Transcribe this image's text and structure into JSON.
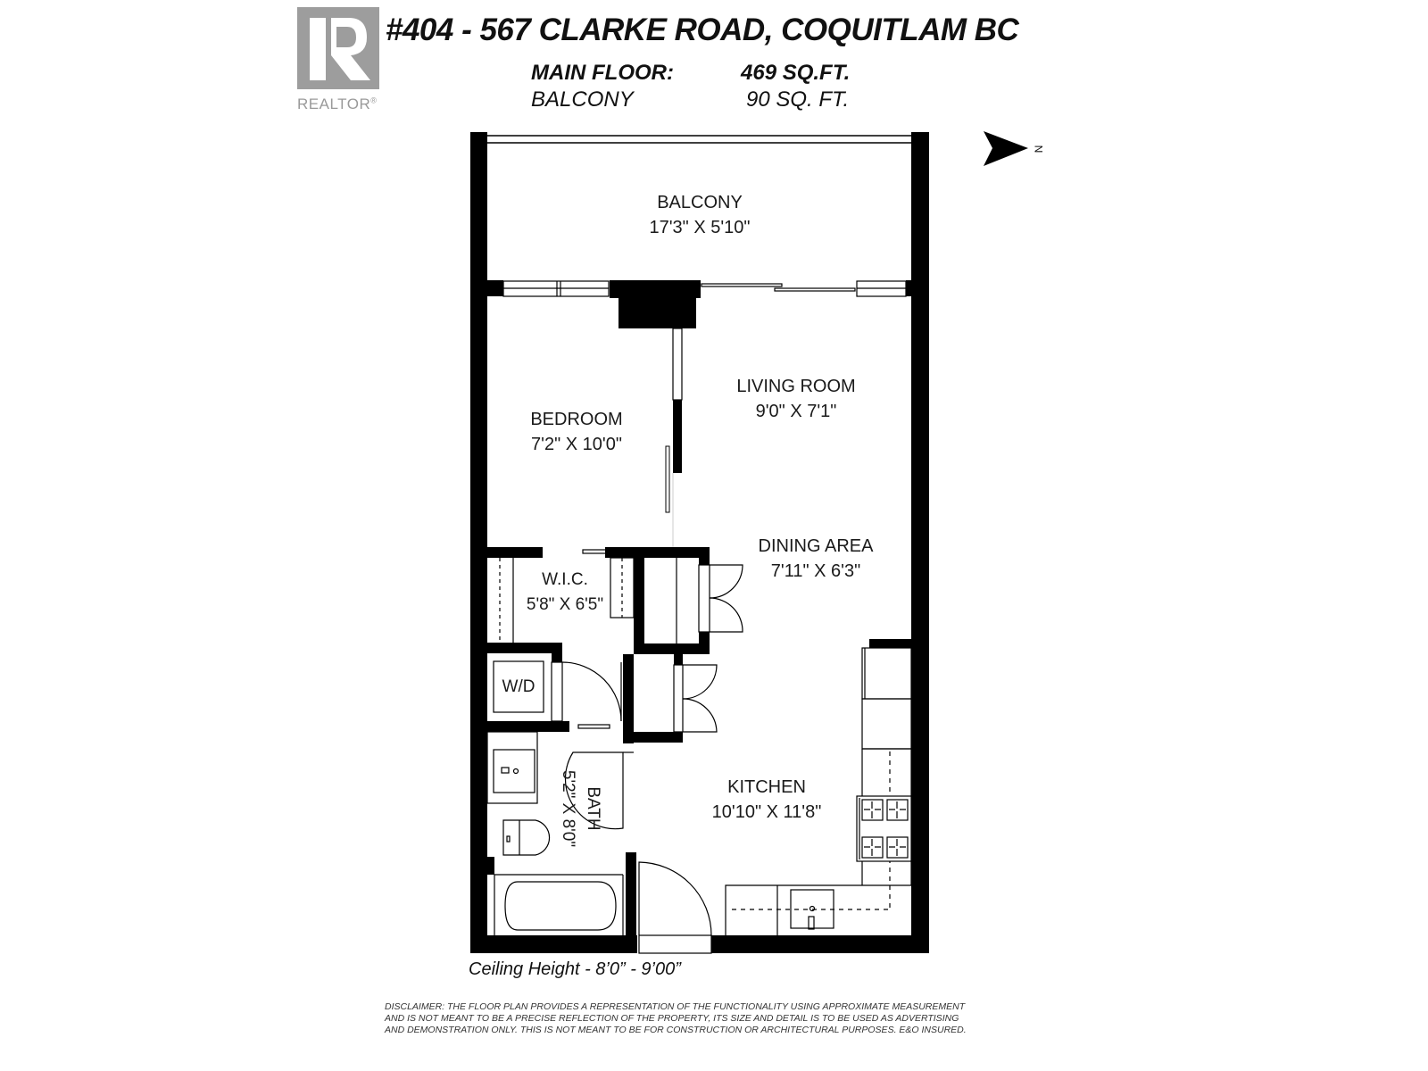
{
  "header": {
    "logo_text": "REALTOR",
    "logo_mark": "®",
    "title": "#404 - 567 CLARKE ROAD, COQUITLAM BC",
    "areas": [
      {
        "label": "MAIN FLOOR:",
        "value": "469 SQ.FT."
      },
      {
        "label": "BALCONY",
        "value": "90  SQ. FT."
      }
    ]
  },
  "compass": {
    "direction_label": "N",
    "icon": "north-arrow-icon"
  },
  "rooms": {
    "balcony": {
      "name": "BALCONY",
      "dims": "17'3\" X 5'10\""
    },
    "living": {
      "name": "LIVING ROOM",
      "dims": "9'0\" X 7'1\""
    },
    "bedroom": {
      "name": "BEDROOM",
      "dims": "7'2\" X 10'0\""
    },
    "dining": {
      "name": "DINING AREA",
      "dims": "7'11\" X 6'3\""
    },
    "wic": {
      "name": "W.I.C.",
      "dims": "5'8\" X 6'5\""
    },
    "laundry": {
      "name": "W/D"
    },
    "bath": {
      "name": "BATH",
      "dims": "5'2\" X 8'0\""
    },
    "kitchen": {
      "name": "KITCHEN",
      "dims": "10'10\" X 11'8\""
    }
  },
  "footer": {
    "ceiling": "Ceiling Height - 8’0” - 9’00”",
    "disclaimer": [
      "DISCLAIMER: THE FLOOR PLAN PROVIDES A REPRESENTATION OF THE FUNCTIONALITY USING APPROXIMATE MEASUREMENT",
      "AND IS NOT MEANT TO BE A PRECISE REFLECTION OF THE PROPERTY, ITS SIZE AND DETAIL IS TO BE USED AS ADVERTISING",
      "AND DEMONSTRATION ONLY. THIS IS NOT MEANT TO BE FOR CONSTRUCTION OR ARCHITECTURAL PURPOSES. E&O INSURED."
    ]
  },
  "colors": {
    "wall": "#000000",
    "logo_gray": "#9d9d9d",
    "background": "#ffffff"
  }
}
